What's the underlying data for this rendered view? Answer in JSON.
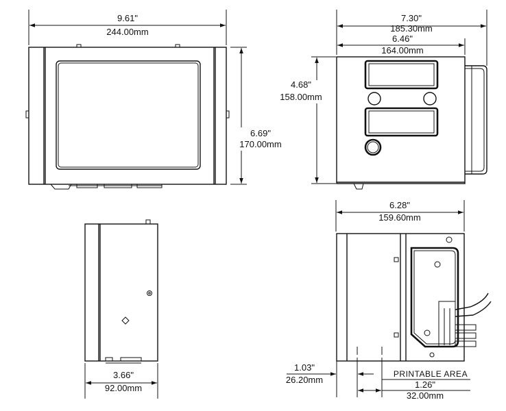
{
  "front_view": {
    "width_in": "9.61\"",
    "width_mm": "244.00mm",
    "height_in": "6.69\"",
    "height_mm": "170.00mm"
  },
  "side_view": {
    "depth_in": "7.30\"",
    "depth_mm": "185.30mm",
    "inner_depth_in": "6.46\"",
    "inner_depth_mm": "164.00mm",
    "height_in": "4.68\"",
    "height_mm": "158.00mm"
  },
  "bottom_view": {
    "width_in": "3.66\"",
    "width_mm": "92.00mm"
  },
  "printhead_view": {
    "width_in": "6.28\"",
    "width_mm": "159.60mm",
    "offset_in": "1.03\"",
    "offset_mm": "26.20mm",
    "area_label": "PRINTABLE AREA",
    "area_in": "1.26\"",
    "area_mm": "32.00mm"
  }
}
